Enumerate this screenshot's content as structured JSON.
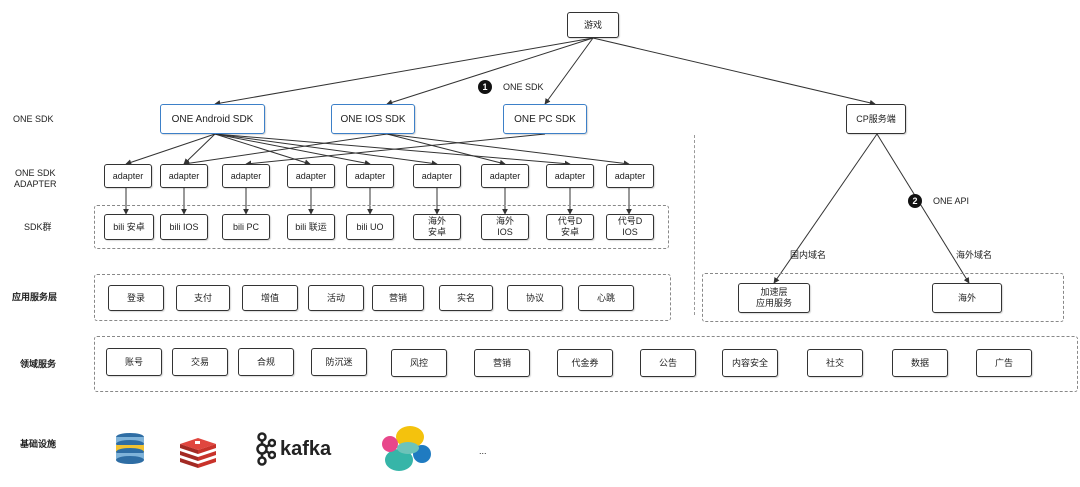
{
  "top": {
    "game": "游戏"
  },
  "notes": {
    "one_sdk": "ONE  SDK",
    "one_api": "ONE API",
    "domestic": "国内域名",
    "overseas": "海外域名",
    "ellipsis": "..."
  },
  "badges": {
    "b1": "1",
    "b2": "2"
  },
  "left_labels": {
    "one_sdk": "ONE  SDK",
    "adapter": "ONE  SDK\nADAPTER",
    "sdk_group": "SDK群",
    "app_service": "应用服务层",
    "domain_service": "领域服务",
    "infra": "基础设施"
  },
  "sdks": [
    "ONE Android SDK",
    "ONE IOS SDK",
    "ONE PC SDK"
  ],
  "cp": "CP服务端",
  "adapters": [
    "adapter",
    "adapter",
    "adapter",
    "adapter",
    "adapter",
    "adapter",
    "adapter",
    "adapter",
    "adapter"
  ],
  "sdk_group": [
    "bili 安卓",
    "bili IOS",
    "bili PC",
    "bili 联运",
    "bili UO",
    "海外\n安卓",
    "海外\nIOS",
    "代号D\n安卓",
    "代号D\nIOS"
  ],
  "app_services": [
    "登录",
    "支付",
    "增值",
    "活动",
    "营销",
    "实名",
    "协议",
    "心跳"
  ],
  "cp_services": [
    "加速层\n应用服务",
    "海外"
  ],
  "domain_services": [
    "账号",
    "交易",
    "合规",
    "防沉迷",
    "风控",
    "营销",
    "代金券",
    "公告",
    "内容安全",
    "社交",
    "数据",
    "广告"
  ],
  "infra": {
    "kafka": "kafka"
  },
  "colors": {
    "sdk_border": "#3d80c8",
    "redis": "#c8322a",
    "db": "#2e6da4",
    "elastic_yellow": "#f4c20d",
    "elastic_teal": "#36b5a8",
    "elastic_blue": "#1f7bc1",
    "elastic_pink": "#e8478b"
  }
}
